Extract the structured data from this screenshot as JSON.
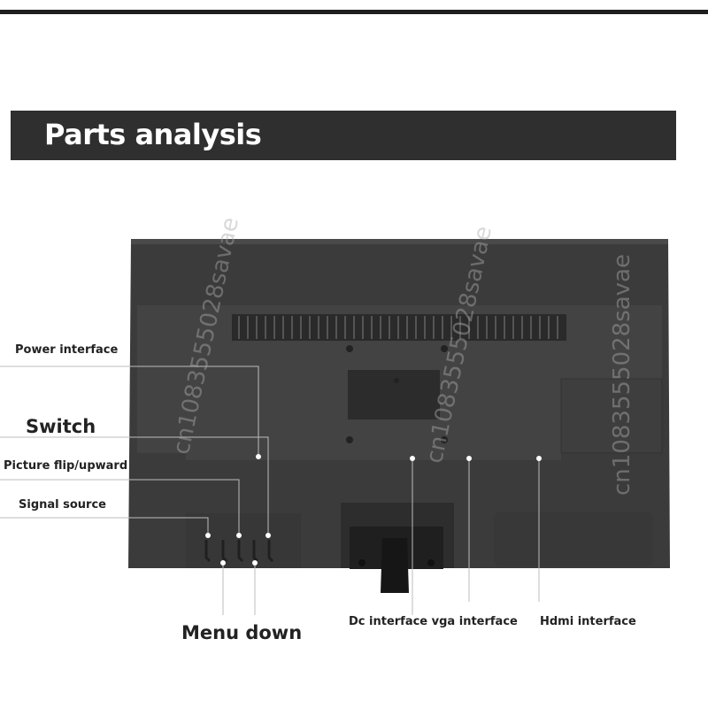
{
  "title": "Parts analysis",
  "labels": {
    "power_interface": "Power interface",
    "switch": "Switch",
    "picture_flip": "Picture flip/upward",
    "signal_source": "Signal source",
    "menu_down": "Menu down",
    "dc_vga_interface": "Dc interface vga interface",
    "hdmi_interface": "Hdmi interface"
  },
  "watermark": "cn1083555028savae",
  "colors": {
    "bar": "#2f2f2f",
    "tv_body": "#3a3a3a",
    "tv_panel": "#444444",
    "leader_line": "#bdbdbd"
  }
}
